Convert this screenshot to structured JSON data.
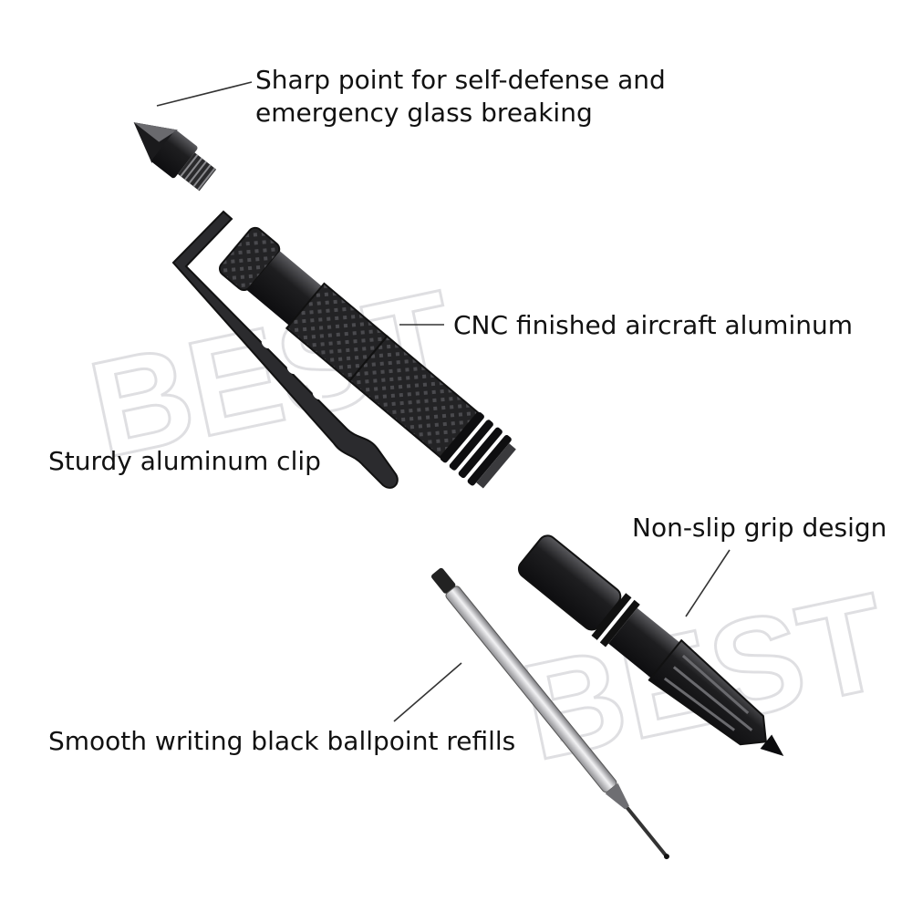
{
  "labels": {
    "tip_line1": "Sharp point for self-defense and",
    "tip_line2": "emergency glass breaking",
    "body": "CNC finished aircraft aluminum",
    "clip": "Sturdy aluminum clip",
    "grip": "Non-slip grip design",
    "refill": "Smooth writing black ballpoint refills"
  },
  "watermark": "BEST",
  "colors": {
    "metal_dark": "#1c1c1e",
    "metal_mid": "#3a3a3d",
    "metal_highlight": "#8a8a8e",
    "refill_silver": "#c7c7ca",
    "watermark": "#e8e8ea",
    "callout_line": "#333333"
  }
}
